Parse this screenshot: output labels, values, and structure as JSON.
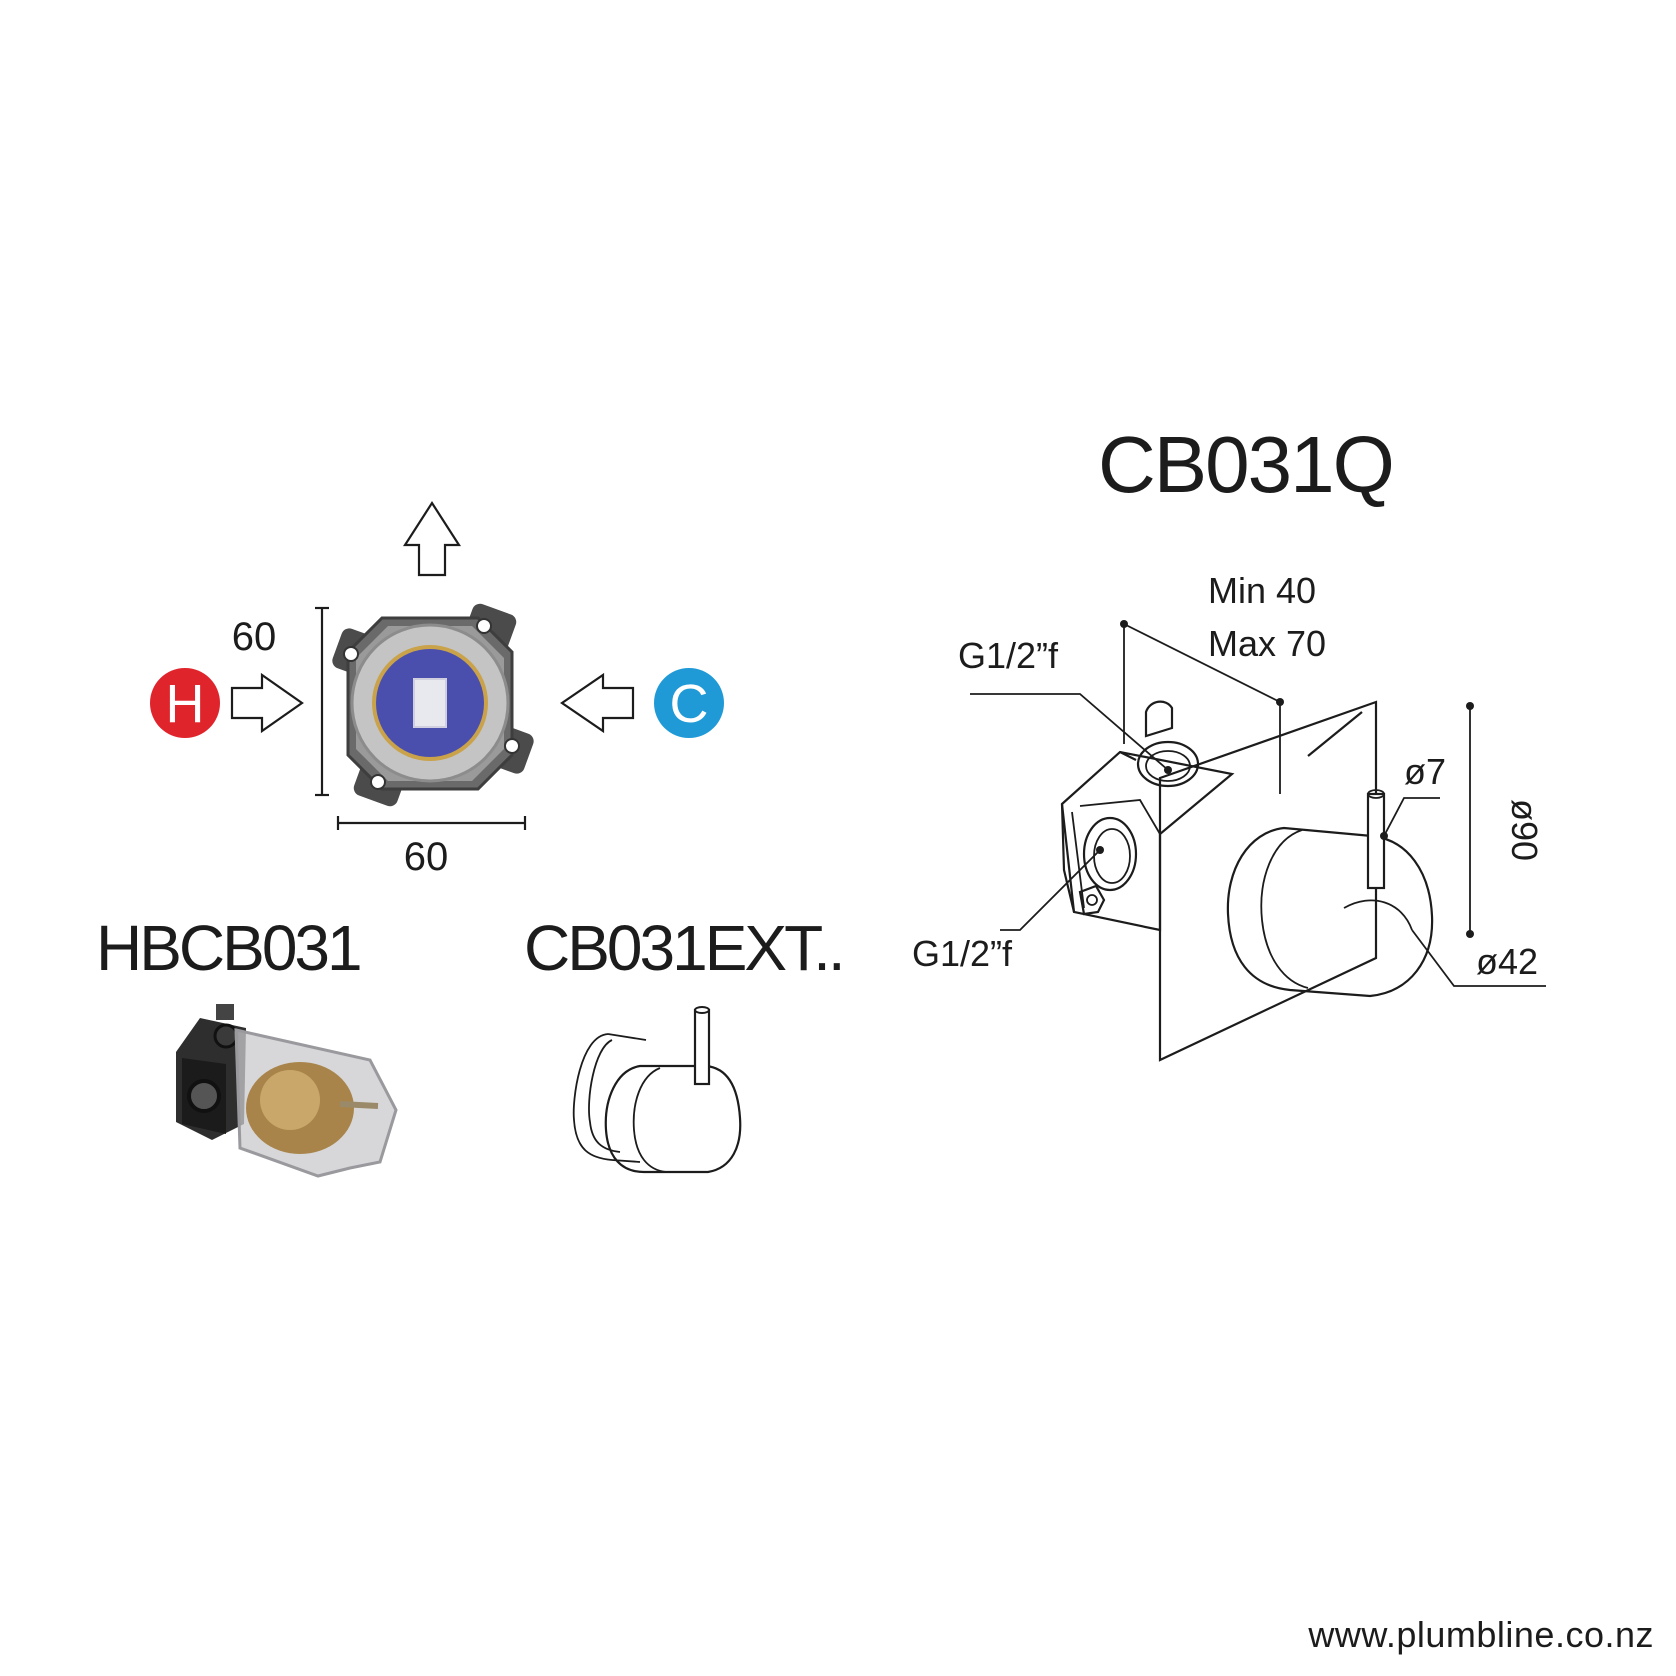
{
  "titles": {
    "main_model": "CB031Q",
    "body_model": "HBCB031",
    "ext_model": "CB031EXT.."
  },
  "plan_view": {
    "dim_height": "60",
    "dim_width": "60",
    "hot_label": "H",
    "cold_label": "C",
    "colors": {
      "hot": "#e0242c",
      "cold": "#1f9ad6",
      "cartridge": "#4a4fae"
    }
  },
  "main_dims": {
    "depth_min": "Min 40",
    "depth_max": "Max 70",
    "inlet_top": "G1/2”f",
    "inlet_side": "G1/2”f",
    "lever_dia": "ø7",
    "plate_dia": "ø90",
    "handle_dia": "ø42"
  },
  "footer": {
    "website": "www.plumbline.co.nz"
  }
}
